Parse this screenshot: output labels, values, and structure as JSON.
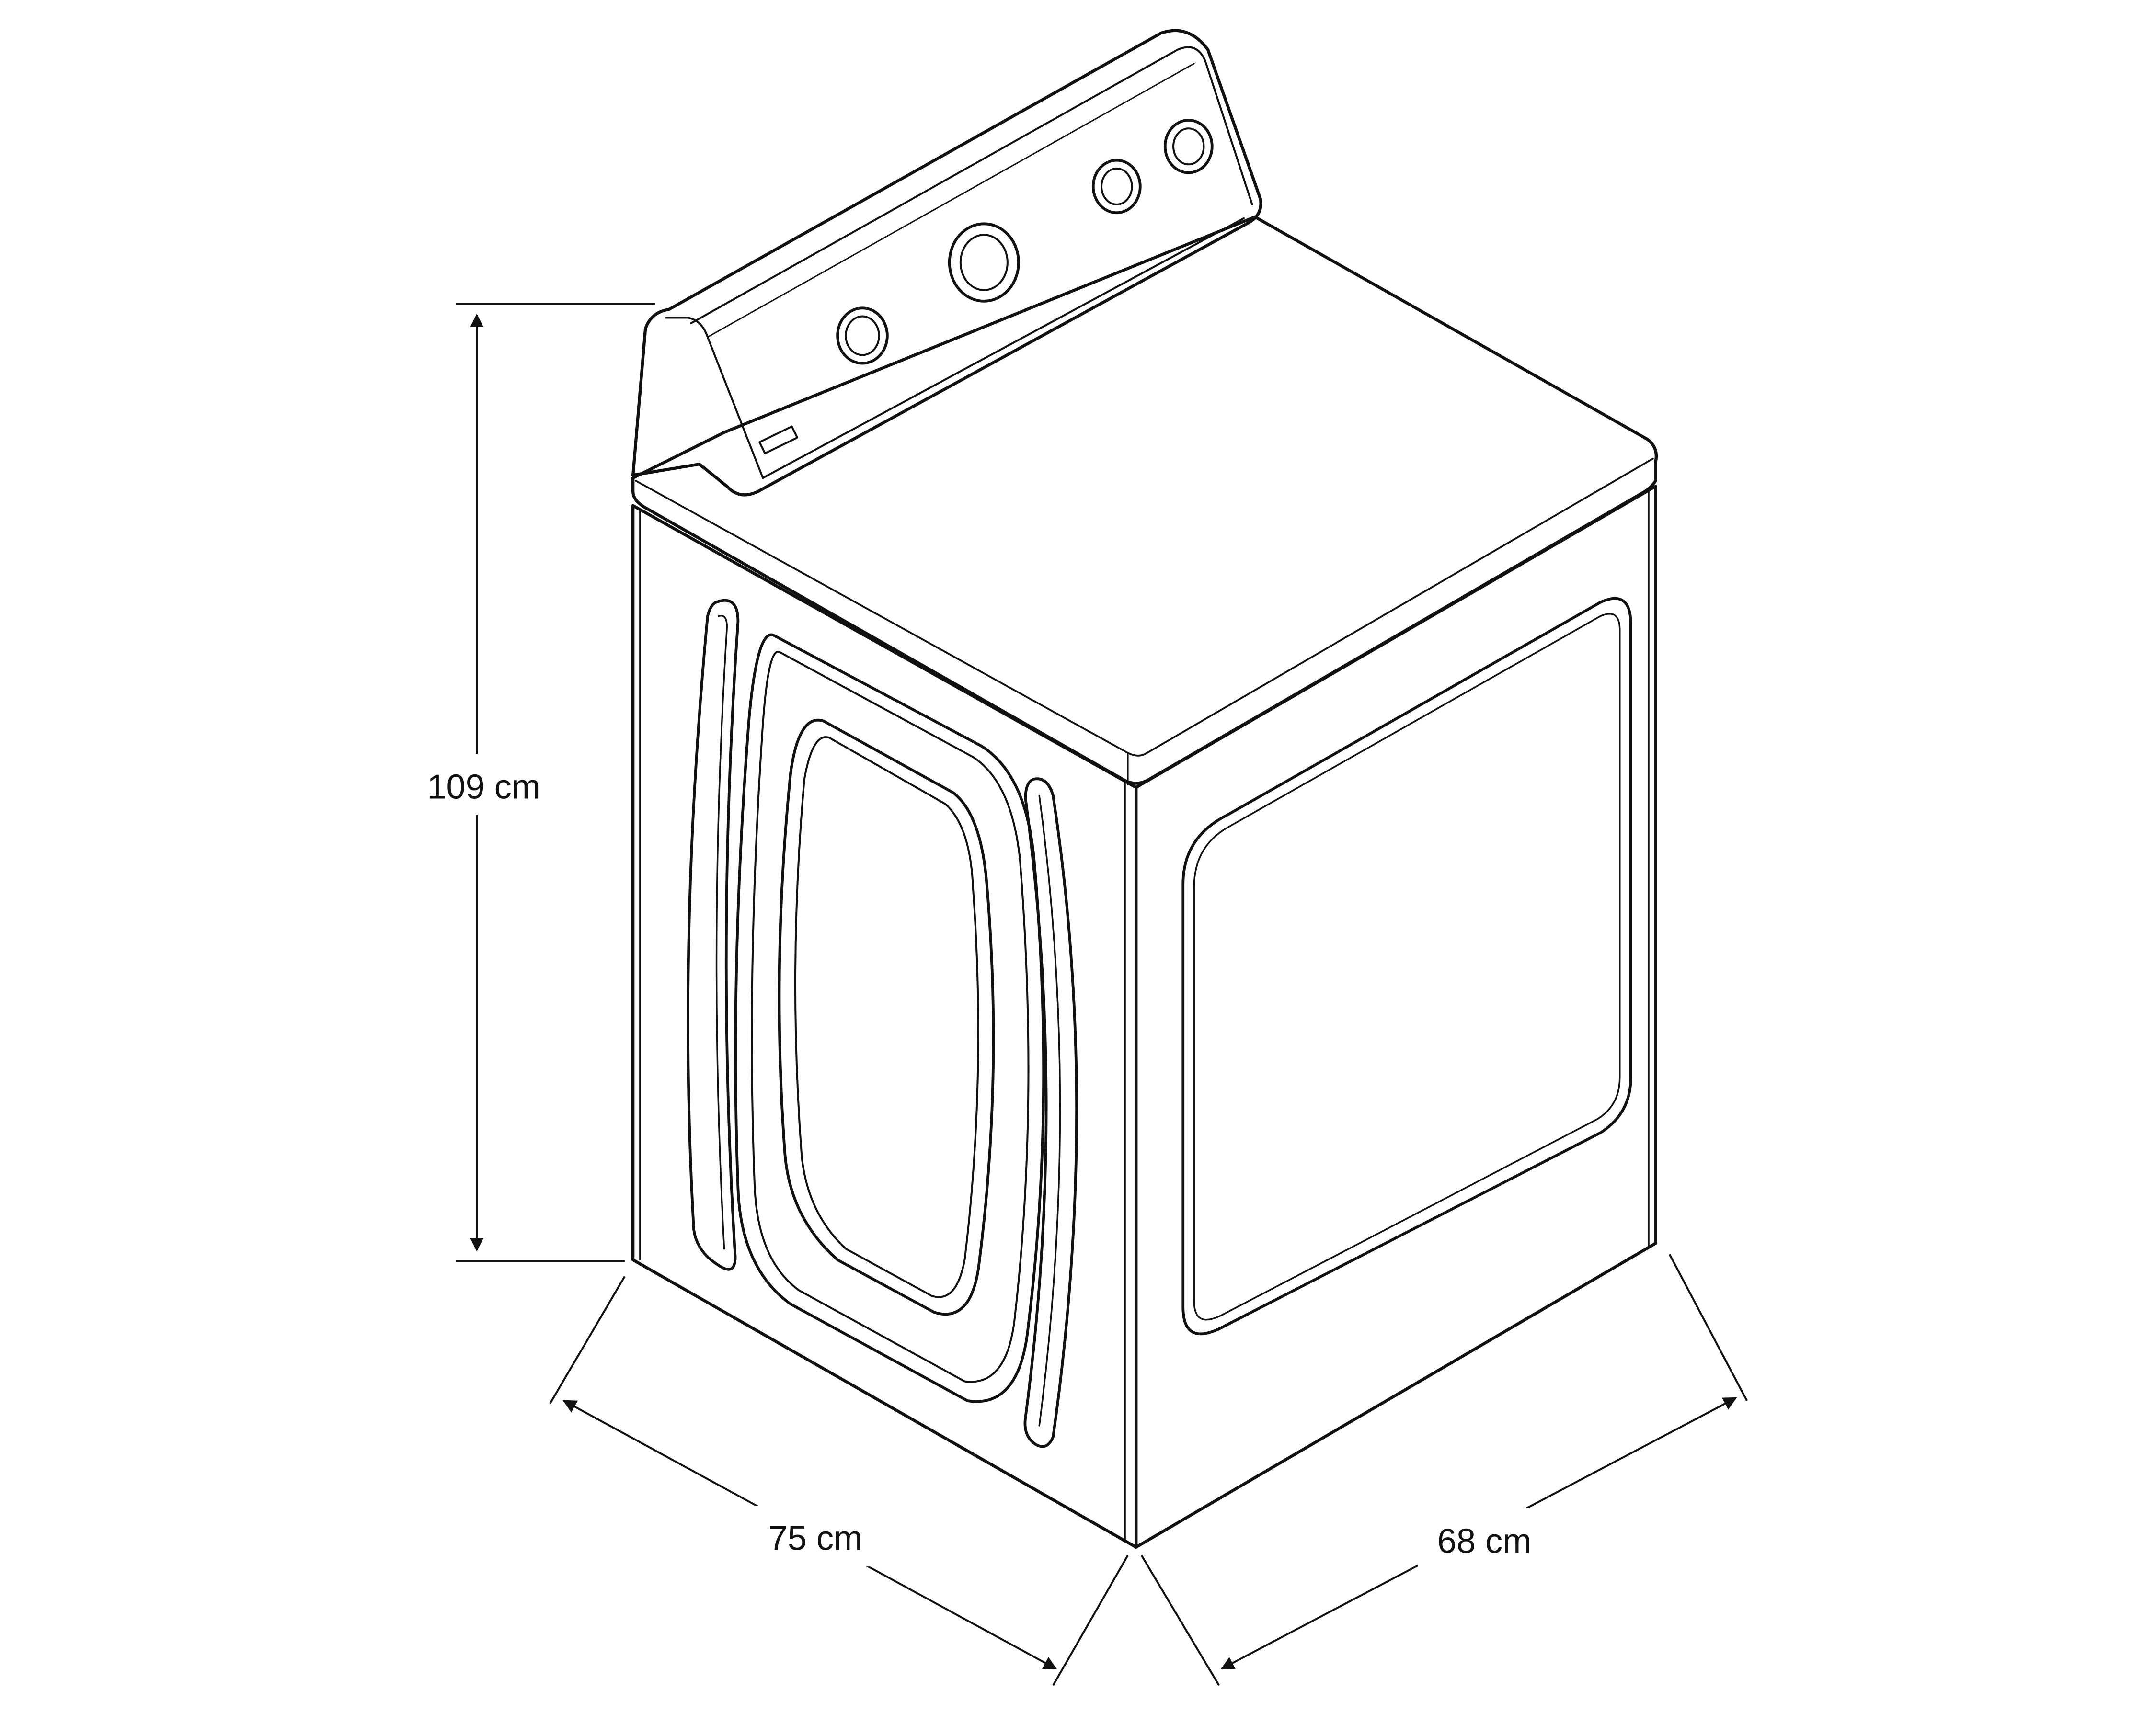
{
  "dimensions": {
    "height_label": "109 cm",
    "width_label": "75 cm",
    "depth_label": "68 cm"
  },
  "colors": {
    "line": "#111111",
    "background": "#ffffff"
  },
  "icons": {
    "controls": [
      "knob-icon",
      "knob-icon",
      "knob-icon",
      "knob-icon"
    ],
    "brand": "brand-logo-icon"
  }
}
